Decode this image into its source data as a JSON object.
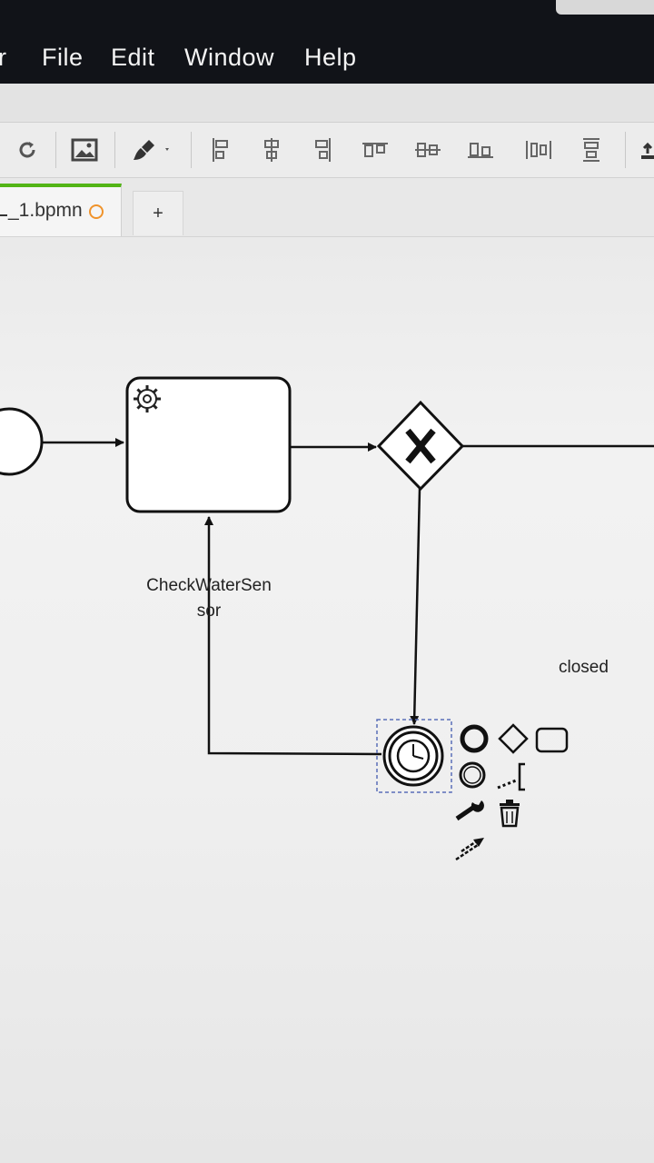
{
  "menubar": {
    "partial_app_label": "r",
    "items": [
      "File",
      "Edit",
      "Window",
      "Help"
    ]
  },
  "tabs": {
    "active_file": "_1.bpmn",
    "add_label": "+"
  },
  "diagram": {
    "task_label": "CheckWaterSensor",
    "task_label_lines": [
      "CheckWaterSen",
      "sor"
    ],
    "flow_label": "closed"
  },
  "icons": {
    "toolbar": [
      "redo-icon",
      "image-icon",
      "paint-brush-icon",
      "align-left-icon",
      "align-center-icon",
      "align-right-icon",
      "align-top-icon",
      "align-middle-icon",
      "align-bottom-icon",
      "distribute-horizontal-icon",
      "distribute-vertical-icon"
    ],
    "context_pad": [
      "end-event-icon",
      "gateway-icon",
      "task-icon",
      "intermediate-event-icon",
      "text-annotation-icon",
      "wrench-icon",
      "trash-icon",
      "connect-arrow-icon"
    ]
  },
  "colors": {
    "tab_active_accent": "#52b415",
    "dirty_indicator": "#f0932b",
    "menubar_bg": "#111318"
  }
}
